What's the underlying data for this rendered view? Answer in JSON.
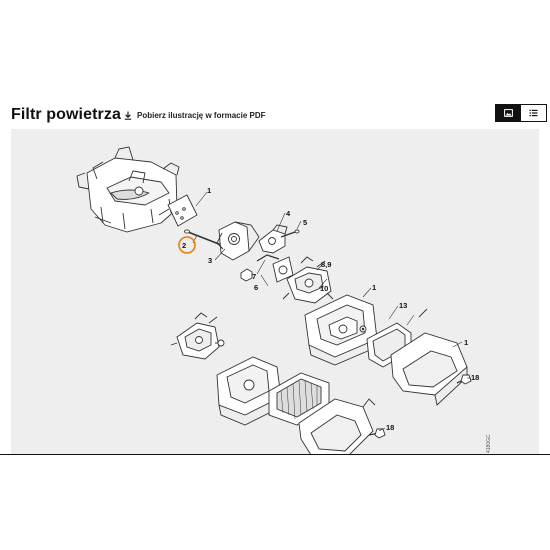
{
  "page": {
    "title": "Filtr powietrza",
    "download": {
      "label": "Pobierz ilustrację w formacie PDF",
      "icon": "download-icon"
    },
    "view_toggle": {
      "options": [
        {
          "name": "image-view",
          "icon": "image-icon",
          "active": true
        },
        {
          "name": "list-view",
          "icon": "list-icon",
          "active": false
        }
      ]
    }
  },
  "diagram": {
    "callouts": [
      {
        "label": "1"
      },
      {
        "label": "2",
        "highlighted": true,
        "highlight_color": "#e58a1f"
      },
      {
        "label": "3"
      },
      {
        "label": "4"
      },
      {
        "label": "5"
      },
      {
        "label": "6"
      },
      {
        "label": "7"
      },
      {
        "label": "8,9"
      },
      {
        "label": "10"
      },
      {
        "label": "1"
      },
      {
        "label": "13"
      },
      {
        "label": "1"
      },
      {
        "label": "18"
      },
      {
        "label": "18"
      }
    ],
    "side_code": "4180GC"
  },
  "colors": {
    "accent": "#e58a1f",
    "panel_background": "#eeeeee",
    "toggle_active": "#111111"
  }
}
